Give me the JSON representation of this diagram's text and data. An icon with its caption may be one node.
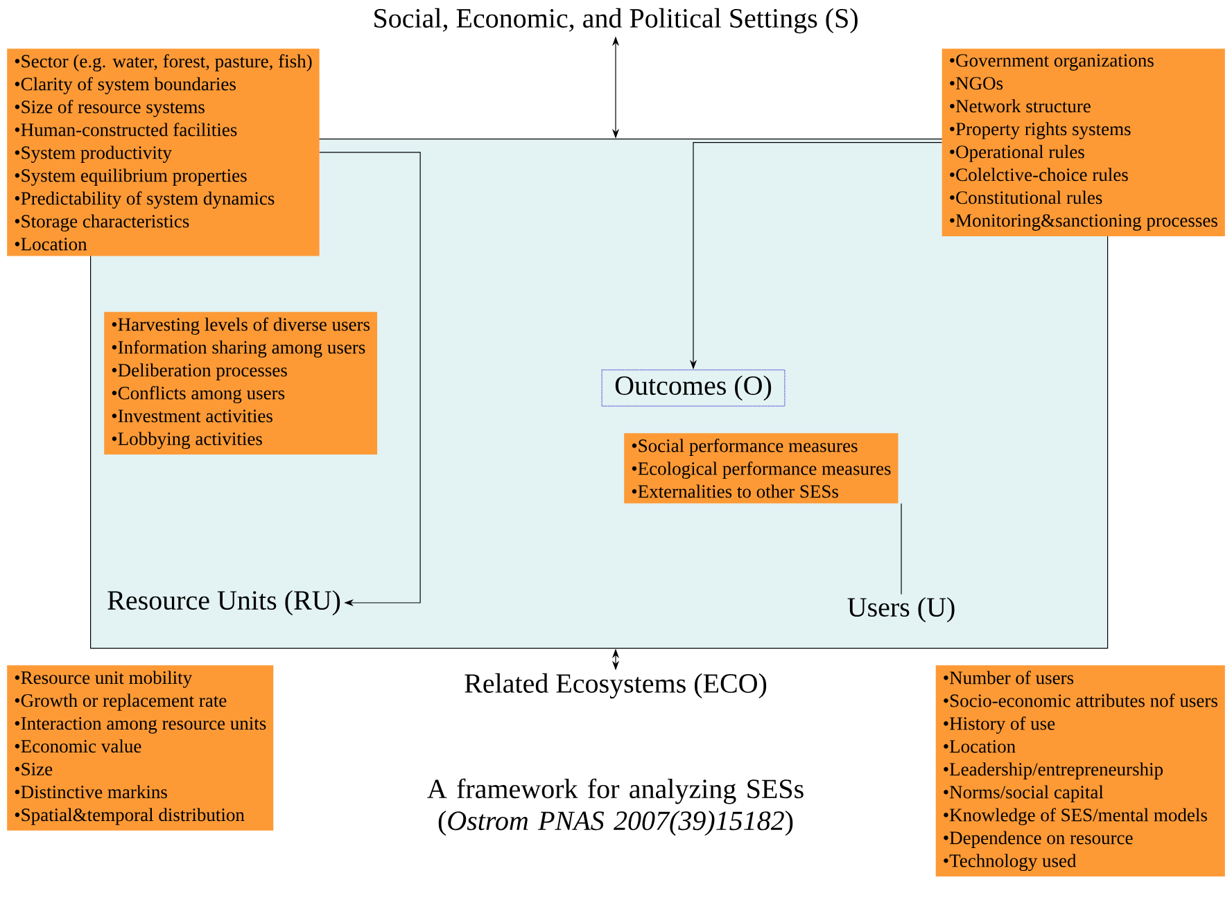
{
  "diagram": {
    "caption": "A framework for analyzing SESs (*Ostrom PNAS 2007(39)15182*)",
    "nodes": [
      {
        "text": [
          "Social, Economic, and Political Settings (S)"
        ]
      },
      {
        "text": [],
        "shape": "box"
      },
      {
        "text": [
          "•Sector (e.g. water, forest, pasture, fish)",
          "•Clarity of system boundaries",
          "•Size of resource systems",
          "•Human-constructed facilities",
          "•System productivity",
          "•System equilibrium properties",
          "•Predictability of system dynamics",
          "•Storage characteristics",
          "•Location"
        ]
      },
      {
        "text": [
          "•Government organizations",
          "•NGOs",
          "•Network structure",
          "•Property rights systems",
          "•Operational rules",
          "•Colelctive-choice rules",
          "•Constitutional rules",
          "•Monitoring&sanctioning processes"
        ]
      },
      {
        "text": [
          "•Harvesting levels of diverse users",
          "•Information sharing among users",
          "•Deliberation processes",
          "•Conflicts among users",
          "•Investment activities",
          "•Lobbying activities"
        ],
        "in": 1
      },
      {
        "text": [
          "Outcomes (O)"
        ],
        "in": 1
      },
      {
        "text": [
          "•Social performance measures",
          "•Ecological performance measures",
          "•Externalities to other SESs"
        ],
        "in": 1
      },
      {
        "text": [
          "Resource Units (RU)"
        ],
        "in": 1
      },
      {
        "text": [
          "Users (U)"
        ],
        "in": 1
      },
      {
        "text": [
          "•Resource unit mobility",
          "•Growth or replacement rate",
          "•Interaction among resource units",
          "•Economic value",
          "•Size",
          "•Distinctive markins",
          "•Spatial&temporal distribution"
        ]
      },
      {
        "text": [
          "•Number of users",
          "•Socio-economic attributes nof users",
          "•History of use",
          "•Location",
          "•Leadership/entrepreneurship",
          "•Norms/social capital",
          "•Knowledge of SES/mental models",
          "•Dependence on resource",
          "•Technology used"
        ]
      },
      {
        "text": [
          "Related Ecosystems (ECO)"
        ]
      }
    ],
    "edges": [
      {
        "from": 0,
        "to": 1,
        "arrow": "both"
      },
      {
        "from": 1,
        "to": 11,
        "arrow": "both"
      },
      {
        "from": 2,
        "to": 7,
        "arrow": "to"
      },
      {
        "from": 3,
        "to": 5,
        "arrow": "to"
      },
      {
        "from": 8,
        "to": 6,
        "arrow": "none"
      }
    ]
  }
}
